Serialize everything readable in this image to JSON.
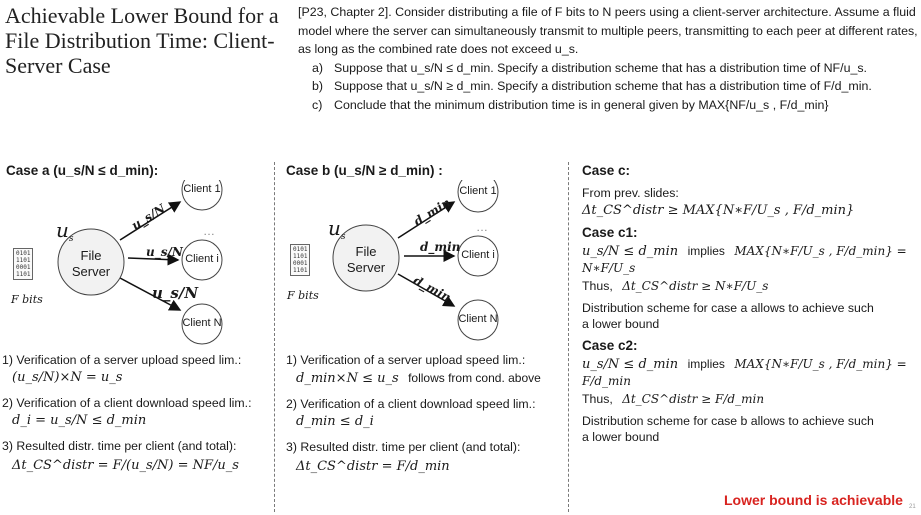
{
  "title": "Achievable Lower Bound for a File Distribution Time: Client-Server Case",
  "problem": {
    "intro": "[P23, Chapter 2].  Consider distributing a file of F bits to N peers using a client-server architecture. Assume a fluid model where the server can simultaneously transmit to multiple peers, transmitting to each peer at different rates, as long as the combined rate does not exceed u_s.",
    "items": [
      {
        "label": "a)",
        "text": "Suppose that u_s/N ≤ d_min. Specify a distribution scheme that has a distribution time of NF/u_s."
      },
      {
        "label": "b)",
        "text": "Suppose that u_s/N ≥ d_min. Specify a distribution scheme that has a distribution time of F/d_min."
      },
      {
        "label": "c)",
        "text": "Conclude that the minimum distribution time is in general given by MAX{NF/u_s , F/d_min}"
      }
    ]
  },
  "case_a": {
    "header": "Case a (u_s/N ≤ d_min):",
    "server_label": "File Server",
    "bits_label": "F bits",
    "bits": [
      "0101",
      "1101",
      "0001",
      "1101"
    ],
    "rate_label": "u_s",
    "link_label": "u_s/N",
    "clients": [
      "Client 1",
      "Client i",
      "Client N"
    ],
    "ellipsis": "…",
    "steps": [
      {
        "text": "1) Verification of a server upload speed lim.:",
        "formula": "(u_s/N)×N = u_s"
      },
      {
        "text": "2) Verification of a client download speed lim.:",
        "formula": "d_i = u_s/N ≤ d_min"
      },
      {
        "text": "3) Resulted distr. time per client (and total):",
        "formula": "Δt_CS^distr = F/(u_s/N) = NF/u_s"
      }
    ]
  },
  "case_b": {
    "header": "Case b (u_s/N ≥ d_min) :",
    "server_label": "File Server",
    "bits_label": "F bits",
    "bits": [
      "0101",
      "1101",
      "0001",
      "1101"
    ],
    "rate_label": "u_s",
    "link_label": "d_min",
    "clients": [
      "Client 1",
      "Client i",
      "Client N"
    ],
    "ellipsis": "…",
    "steps": [
      {
        "text": "1) Verification of a server upload speed lim.:",
        "formula": "d_min×N ≤ u_s",
        "note": "follows from cond. above"
      },
      {
        "text": "2) Verification of a client download speed lim.:",
        "formula": "d_min ≤ d_i"
      },
      {
        "text": "3) Resulted distr. time per client (and total):",
        "formula": "Δt_CS^distr = F/d_min"
      }
    ]
  },
  "case_c": {
    "header": "Case c:",
    "from_prev": "From prev. slides:",
    "bound": "Δt_CS^distr ≥ MAX{N∗F/U_s , F/d_min}",
    "c1_header": "Case c1:",
    "c1_cond": "u_s/N ≤ d_min",
    "implies": "implies",
    "c1_max": "MAX{N∗F/U_s , F/d_min} = N∗F/U_s",
    "thus": "Thus,",
    "c1_thus": "Δt_CS^distr ≥ N∗F/U_s",
    "c1_conclusion": "Distribution scheme for case a allows to achieve such a lower bound",
    "c2_header": "Case c2:",
    "c2_cond": "u_s/N ≤ d_min",
    "c2_max": "MAX{N∗F/U_s , F/d_min} = F/d_min",
    "c2_thus": "Δt_CS^distr ≥ F/d_min",
    "c2_conclusion": "Distribution scheme for case b allows to achieve such a lower bound",
    "achievable": "Lower bound is achievable"
  },
  "page_number": "21",
  "colors": {
    "accent": "#d8231f",
    "text": "#1a1a1a",
    "divider": "#7a7a7a"
  }
}
